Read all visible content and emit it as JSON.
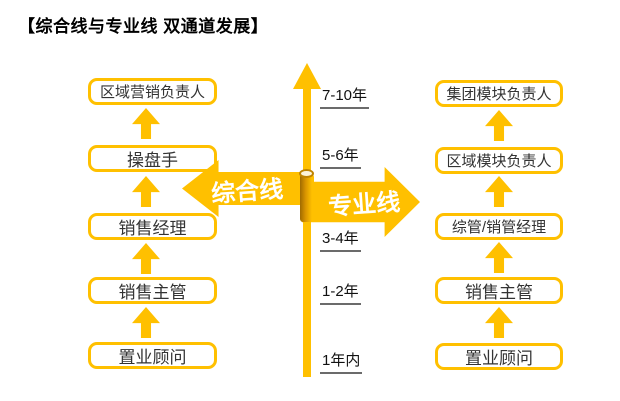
{
  "title": "【综合线与专业线 双通道发展】",
  "colors": {
    "accent": "#FFC000",
    "box_text": "#333333",
    "arrow_label_text": "#FFFFFF",
    "tick_text": "#111111"
  },
  "generalist_track": {
    "arrow_label": "综合线",
    "levels_bottom_to_top": [
      "置业顾问",
      "销售主管",
      "销售经理",
      "操盘手",
      "区域营销负责人"
    ]
  },
  "specialist_track": {
    "arrow_label": "专业线",
    "levels_bottom_to_top": [
      "置业顾问",
      "销售主管",
      "综管/销管经理",
      "区域模块负责人",
      "集团模块负责人"
    ]
  },
  "timeline_axis": {
    "ticks_bottom_to_top": [
      "1年内",
      "1-2年",
      "3-4年",
      "5-6年",
      "7-10年"
    ]
  }
}
